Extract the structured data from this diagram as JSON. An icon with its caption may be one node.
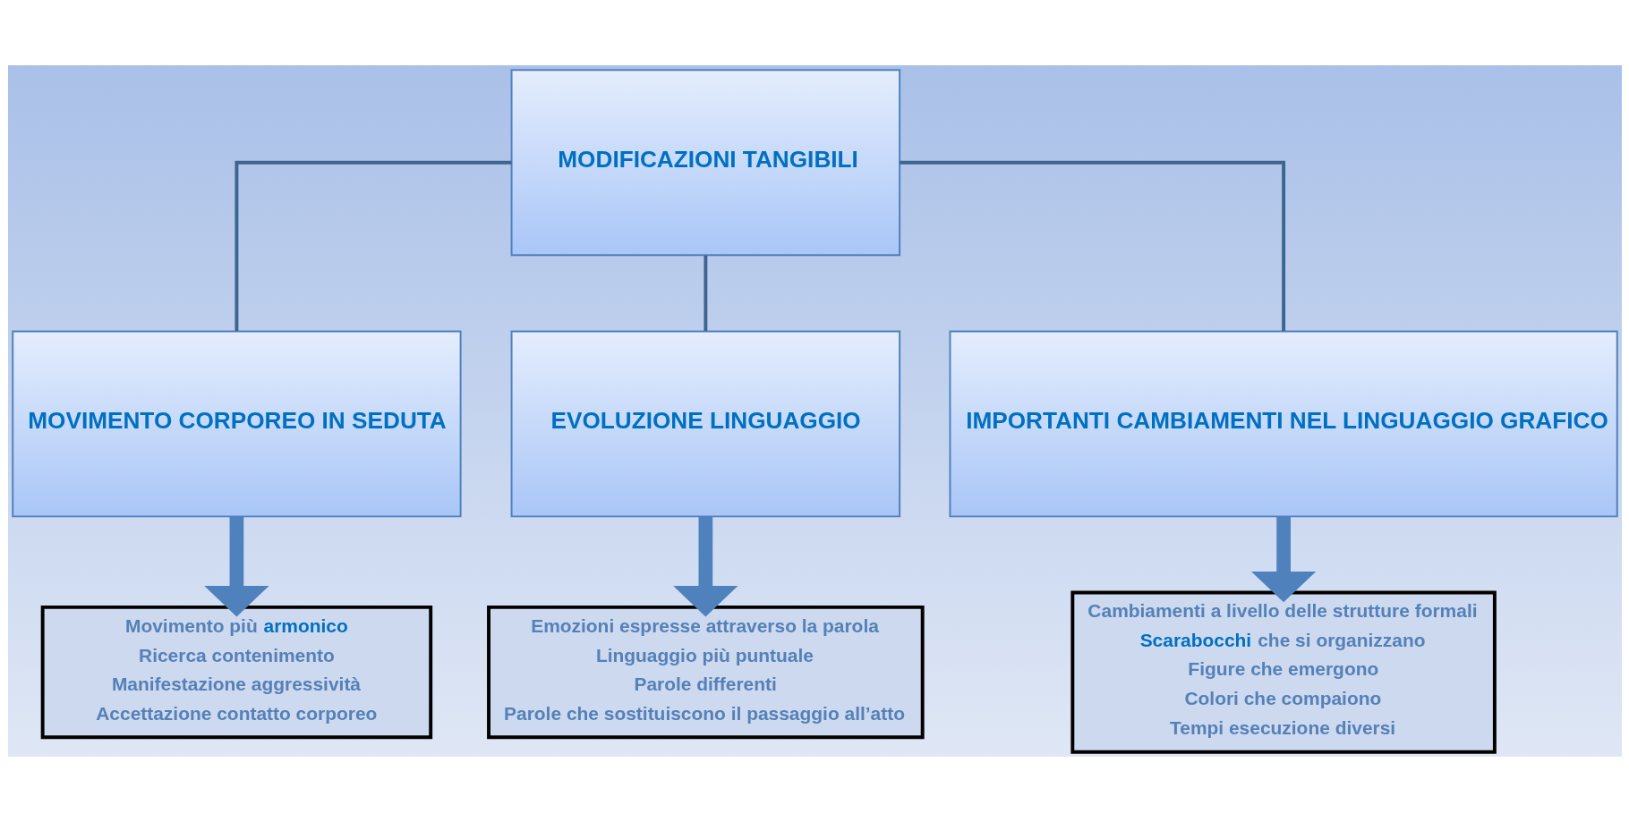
{
  "diagram": {
    "nodes": [
      {
        "text": [
          "MODIFICAZIONI TANGIBILI"
        ]
      },
      {
        "text": [
          "MOVIMENTO CORPOREO IN SEDUTA"
        ]
      },
      {
        "text": [
          "EVOLUZIONE LINGUAGGIO"
        ]
      },
      {
        "text": [
          "IMPORTANTI CAMBIAMENTI NEL LINGUAGGIO GRAFICO"
        ]
      },
      {
        "text": [
          "Movimento più **armonico**",
          "Ricerca contenimento",
          "Manifestazione aggressività",
          "Accettazione contatto corporeo"
        ]
      },
      {
        "text": [
          "Emozioni espresse attraverso la parola",
          "Linguaggio più puntuale",
          "Parole differenti",
          "Parole che sostituiscono il passaggio all’atto"
        ]
      },
      {
        "text": [
          "Cambiamenti a livello delle strutture formali",
          "**Scarabocchi** che si organizzano",
          "Figure che emergono",
          "Colori che compaiono",
          "Tempi esecuzione diversi"
        ]
      }
    ],
    "edges": [
      {
        "from": 0,
        "to": 1,
        "arrow": "none"
      },
      {
        "from": 0,
        "to": 2,
        "arrow": "none"
      },
      {
        "from": 0,
        "to": 3,
        "arrow": "none"
      },
      {
        "from": 1,
        "to": 4,
        "arrow": "to",
        "style": "thick",
        "color": "#4f81bd"
      },
      {
        "from": 2,
        "to": 5,
        "arrow": "to",
        "style": "thick",
        "color": "#4f81bd"
      },
      {
        "from": 3,
        "to": 6,
        "arrow": "to",
        "style": "thick",
        "color": "#4f81bd"
      }
    ]
  }
}
